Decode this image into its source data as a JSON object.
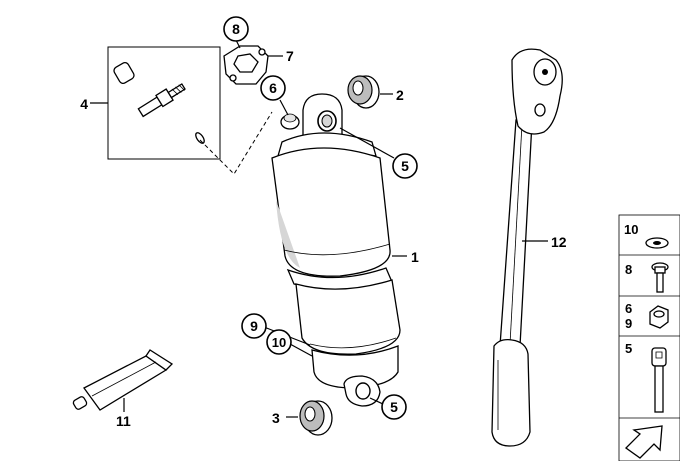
{
  "callouts": {
    "c1": "1",
    "c2": "2",
    "c3": "3",
    "c4": "4",
    "c5a": "5",
    "c5b": "5",
    "c6": "6",
    "c7": "7",
    "c8": "8",
    "c9": "9",
    "c10": "10",
    "c11": "11",
    "c12": "12"
  },
  "legend": {
    "r1": "10",
    "r2": "8",
    "r3a": "6",
    "r3b": "9",
    "r4": "5"
  },
  "icons": {
    "arrow": "direction-arrow-icon"
  }
}
